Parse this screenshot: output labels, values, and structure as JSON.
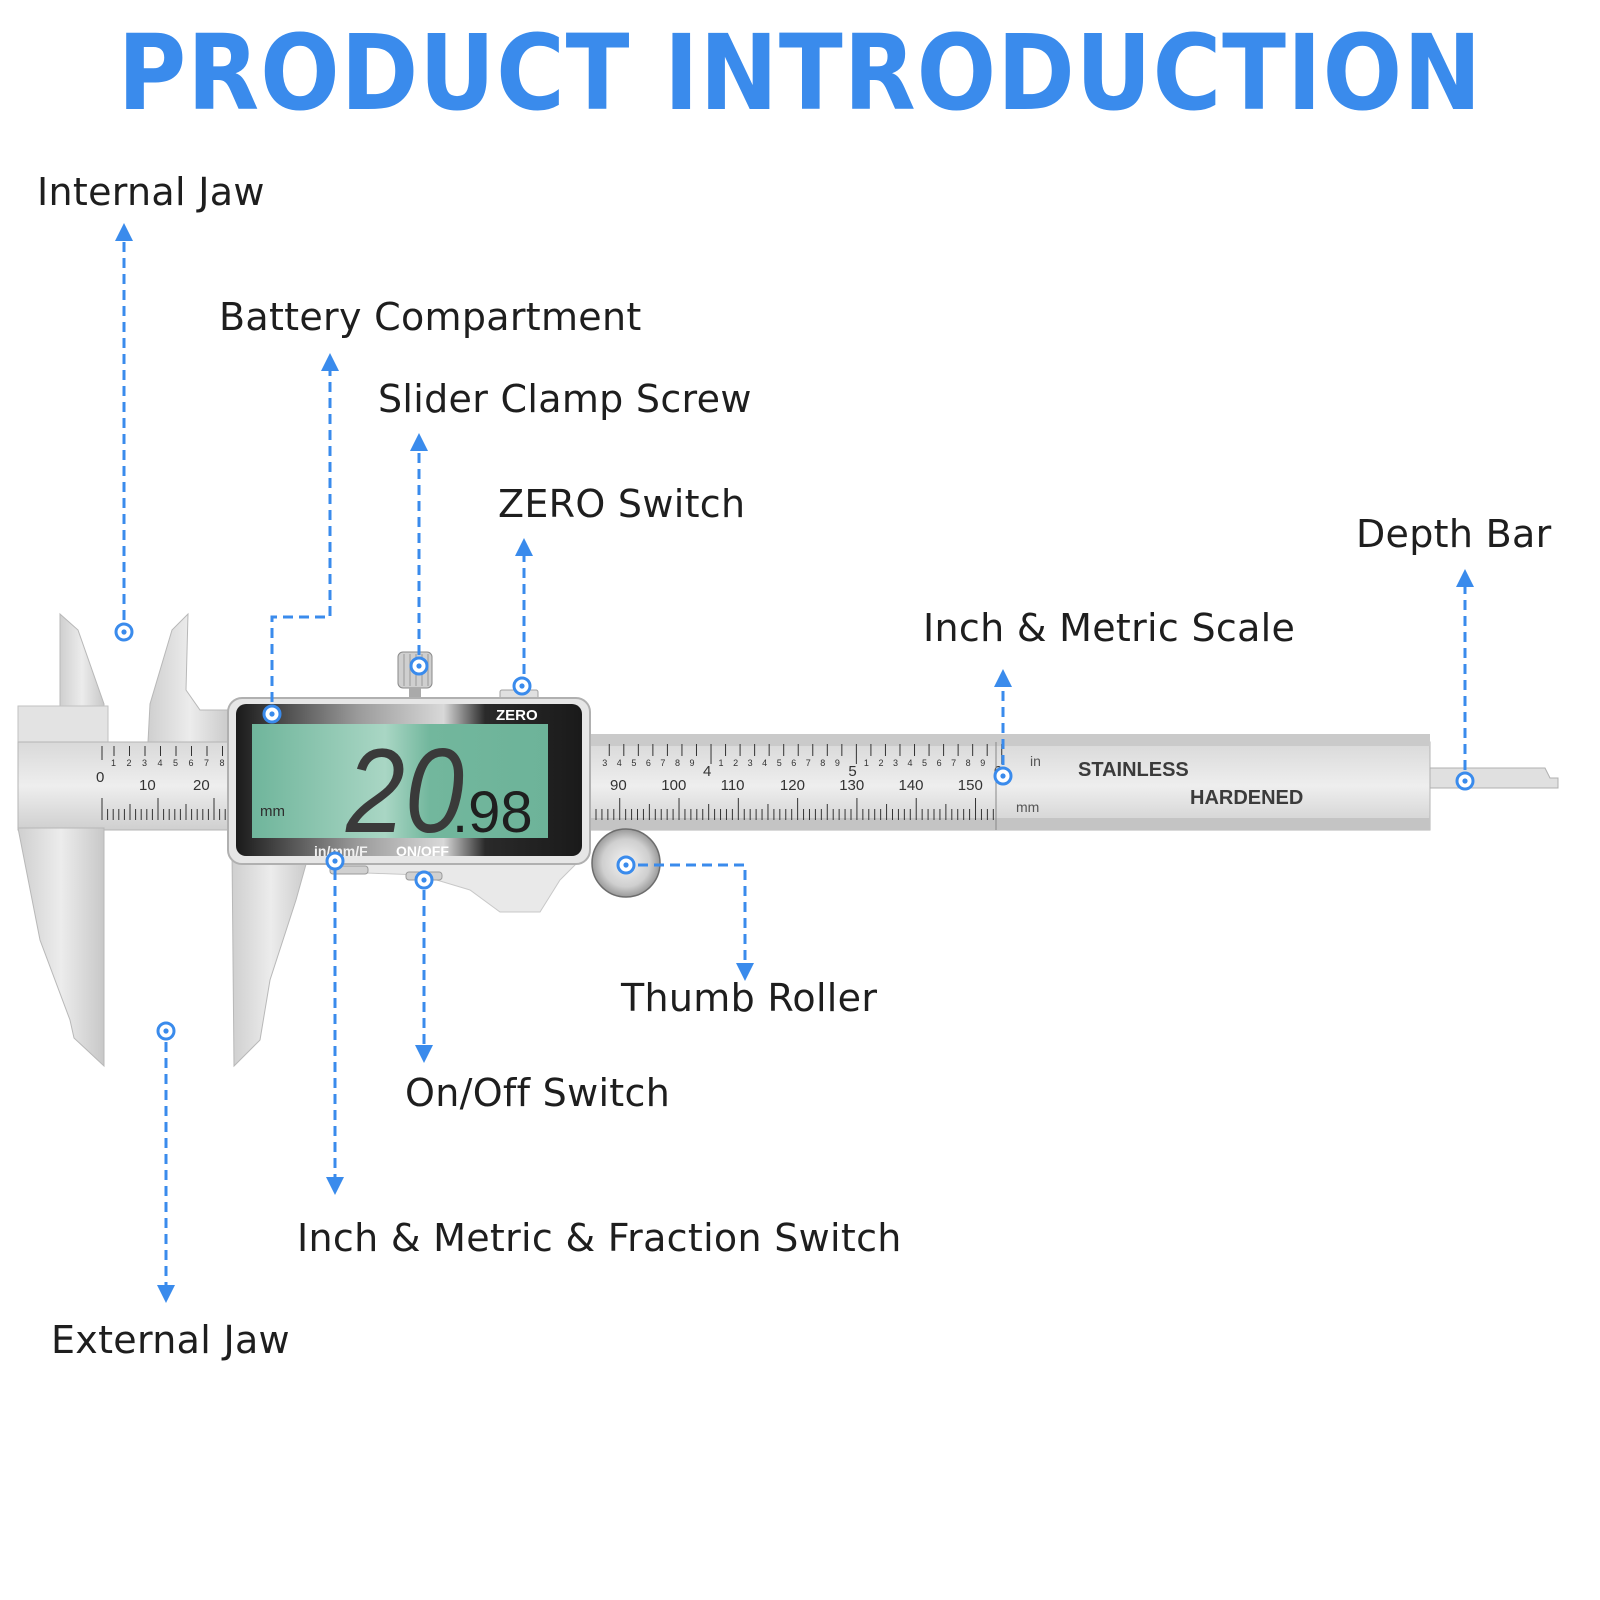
{
  "title": "PRODUCT INTRODUCTION",
  "accent_color": "#3a8bec",
  "labels": {
    "internal_jaw": "Internal Jaw",
    "battery_compartment": "Battery Compartment",
    "slider_clamp_screw": "Slider Clamp Screw",
    "zero_switch": "ZERO Switch",
    "depth_bar": "Depth Bar",
    "inch_metric_scale": "Inch & Metric Scale",
    "thumb_roller": "Thumb Roller",
    "on_off_switch": "On/Off Switch",
    "inch_metric_fraction_switch": "Inch & Metric & Fraction Switch",
    "external_jaw": "External Jaw"
  },
  "display": {
    "reading_main": "20",
    "reading_decimal": ".98",
    "unit": "mm",
    "zero_button": "ZERO",
    "mode_button": "in/mm/F",
    "power_button": "ON/OFF"
  },
  "scale": {
    "left_inch_ticks": [
      "1",
      "2",
      "3",
      "4",
      "5",
      "6",
      "7",
      "8"
    ],
    "left_mm_labels": [
      "0",
      "10",
      "20"
    ],
    "right_inch_ticks_a": [
      "3",
      "4",
      "5",
      "6",
      "7",
      "8",
      "9"
    ],
    "inch_major_4": "4",
    "right_inch_ticks_b": [
      "1",
      "2",
      "3",
      "4",
      "5",
      "6",
      "7",
      "8",
      "9"
    ],
    "inch_major_5": "5",
    "right_inch_ticks_c": [
      "1",
      "2",
      "3",
      "4",
      "5",
      "6",
      "7",
      "8",
      "9"
    ],
    "inch_major_6": "6",
    "right_mm_labels": [
      "90",
      "100",
      "110",
      "120",
      "130",
      "140",
      "150"
    ],
    "unit_in": "in",
    "unit_mm": "mm",
    "engraving_1": "STAINLESS",
    "engraving_2": "HARDENED"
  }
}
